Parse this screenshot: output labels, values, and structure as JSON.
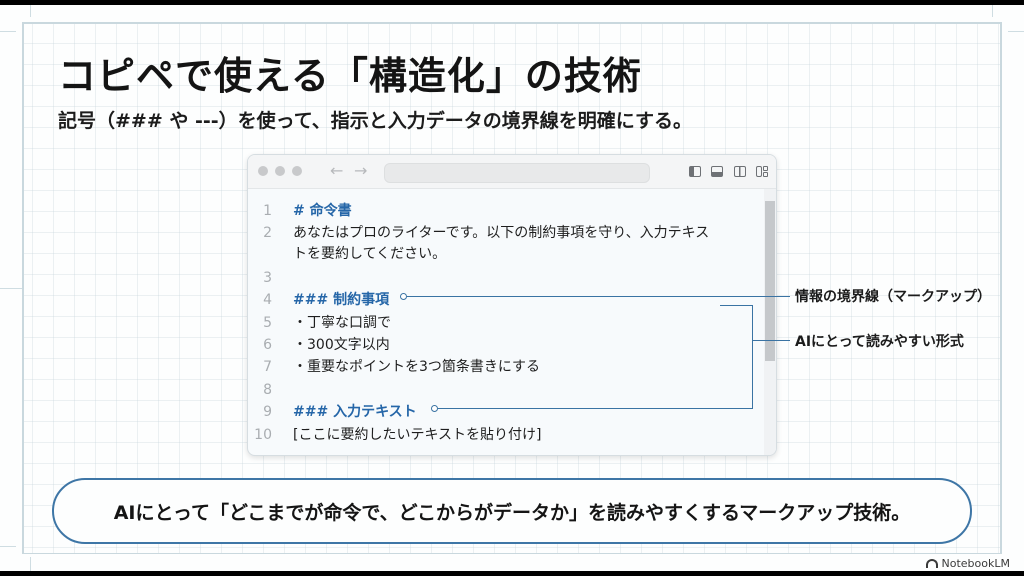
{
  "slide": {
    "title": "コピペで使える「構造化」の技術",
    "subtitle": "記号（### や ---）を使って、指示と入力データの境界線を明確にする。"
  },
  "window": {
    "nav_back": "←",
    "nav_forward": "→",
    "url": "",
    "toolbar_icons": [
      "sidebar-left-icon",
      "panel-bottom-icon",
      "split-view-icon",
      "grid-layout-icon"
    ]
  },
  "editor": {
    "lines": [
      {
        "number": "1",
        "text": "# 命令書",
        "type": "heading"
      },
      {
        "number": "2",
        "text": "あなたはプロのライターです。以下の制約事項を守り、入力テキス",
        "type": "text"
      },
      {
        "number": "",
        "text": "トを要約してください。",
        "type": "text"
      },
      {
        "number": "3",
        "text": "",
        "type": "text"
      },
      {
        "number": "4",
        "text": "### 制約事項",
        "type": "heading"
      },
      {
        "number": "5",
        "text": "・丁寧な口調で",
        "type": "text"
      },
      {
        "number": "6",
        "text": "・300文字以内",
        "type": "text"
      },
      {
        "number": "7",
        "text": "・重要なポイントを3つ箇条書きにする",
        "type": "text"
      },
      {
        "number": "8",
        "text": "",
        "type": "text"
      },
      {
        "number": "9",
        "text": "### 入力テキスト",
        "type": "heading"
      },
      {
        "number": "10",
        "text": "[ここに要約したいテキストを貼り付け]",
        "type": "text"
      }
    ]
  },
  "annotations": {
    "boundary": "情報の境界線（マークアップ）",
    "readable": "AIにとって読みやすい形式"
  },
  "banner": {
    "text": "AIにとって「どこまでが命令で、どこからがデータか」を読みやすくするマークアップ技術。"
  },
  "brand": {
    "label": "NotebookLM"
  },
  "colors": {
    "accent": "#3e76a6",
    "heading": "#2566a8",
    "text": "#1c1c1c"
  }
}
